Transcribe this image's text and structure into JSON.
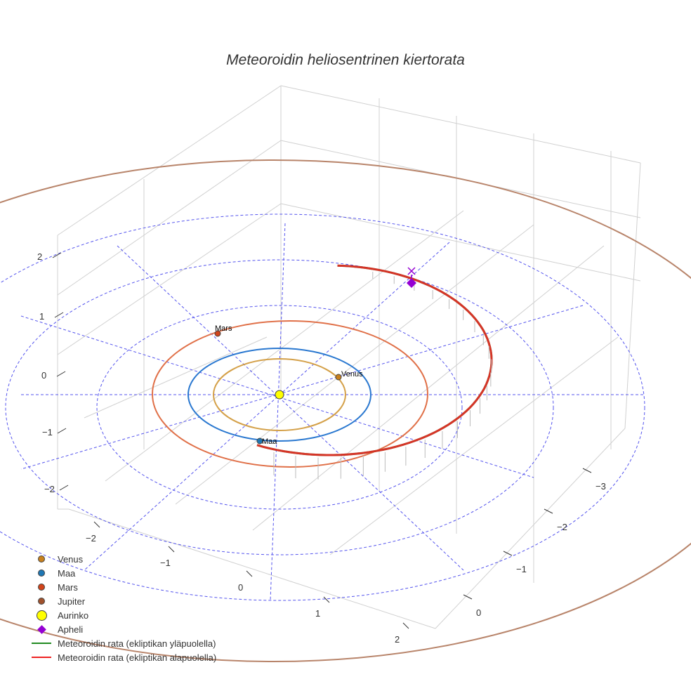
{
  "chart_data": {
    "type": "scatter3d",
    "title": "Meteoroidin heliosentrinen kiertorata",
    "axes": {
      "x_ticks": [
        "−2",
        "−1",
        "0",
        "1",
        "2"
      ],
      "y_ticks": [
        "−3",
        "−2",
        "−1",
        "0"
      ],
      "z_ticks": [
        "2",
        "1",
        "0",
        "−1",
        "−2"
      ]
    },
    "point_labels": {
      "mars": "Mars",
      "venus": "Venus",
      "maa": "Maa"
    },
    "legend": [
      {
        "name": "Venus",
        "symbol": "dot",
        "color": "#c8801e"
      },
      {
        "name": "Maa",
        "symbol": "dot",
        "color": "#1f77b4"
      },
      {
        "name": "Mars",
        "symbol": "dot",
        "color": "#d2441a"
      },
      {
        "name": "Jupiter",
        "symbol": "dot",
        "color": "#a0522d"
      },
      {
        "name": "Aurinko",
        "symbol": "sun",
        "color": "#ffff00"
      },
      {
        "name": "Apheli",
        "symbol": "diamond",
        "color": "#9400d3"
      },
      {
        "name": "Meteoroidin rata (ekliptikan yläpuolella)",
        "symbol": "line",
        "color": "#228b22"
      },
      {
        "name": "Meteoroidin rata (ekliptikan alapuolella)",
        "symbol": "line",
        "color": "#ee2222"
      }
    ],
    "orbit_colors": {
      "venus": "#d4a048",
      "maa": "#2a78d0",
      "mars": "#e07048",
      "jupiter": "#b8846a",
      "grid": "#5555ee"
    }
  }
}
